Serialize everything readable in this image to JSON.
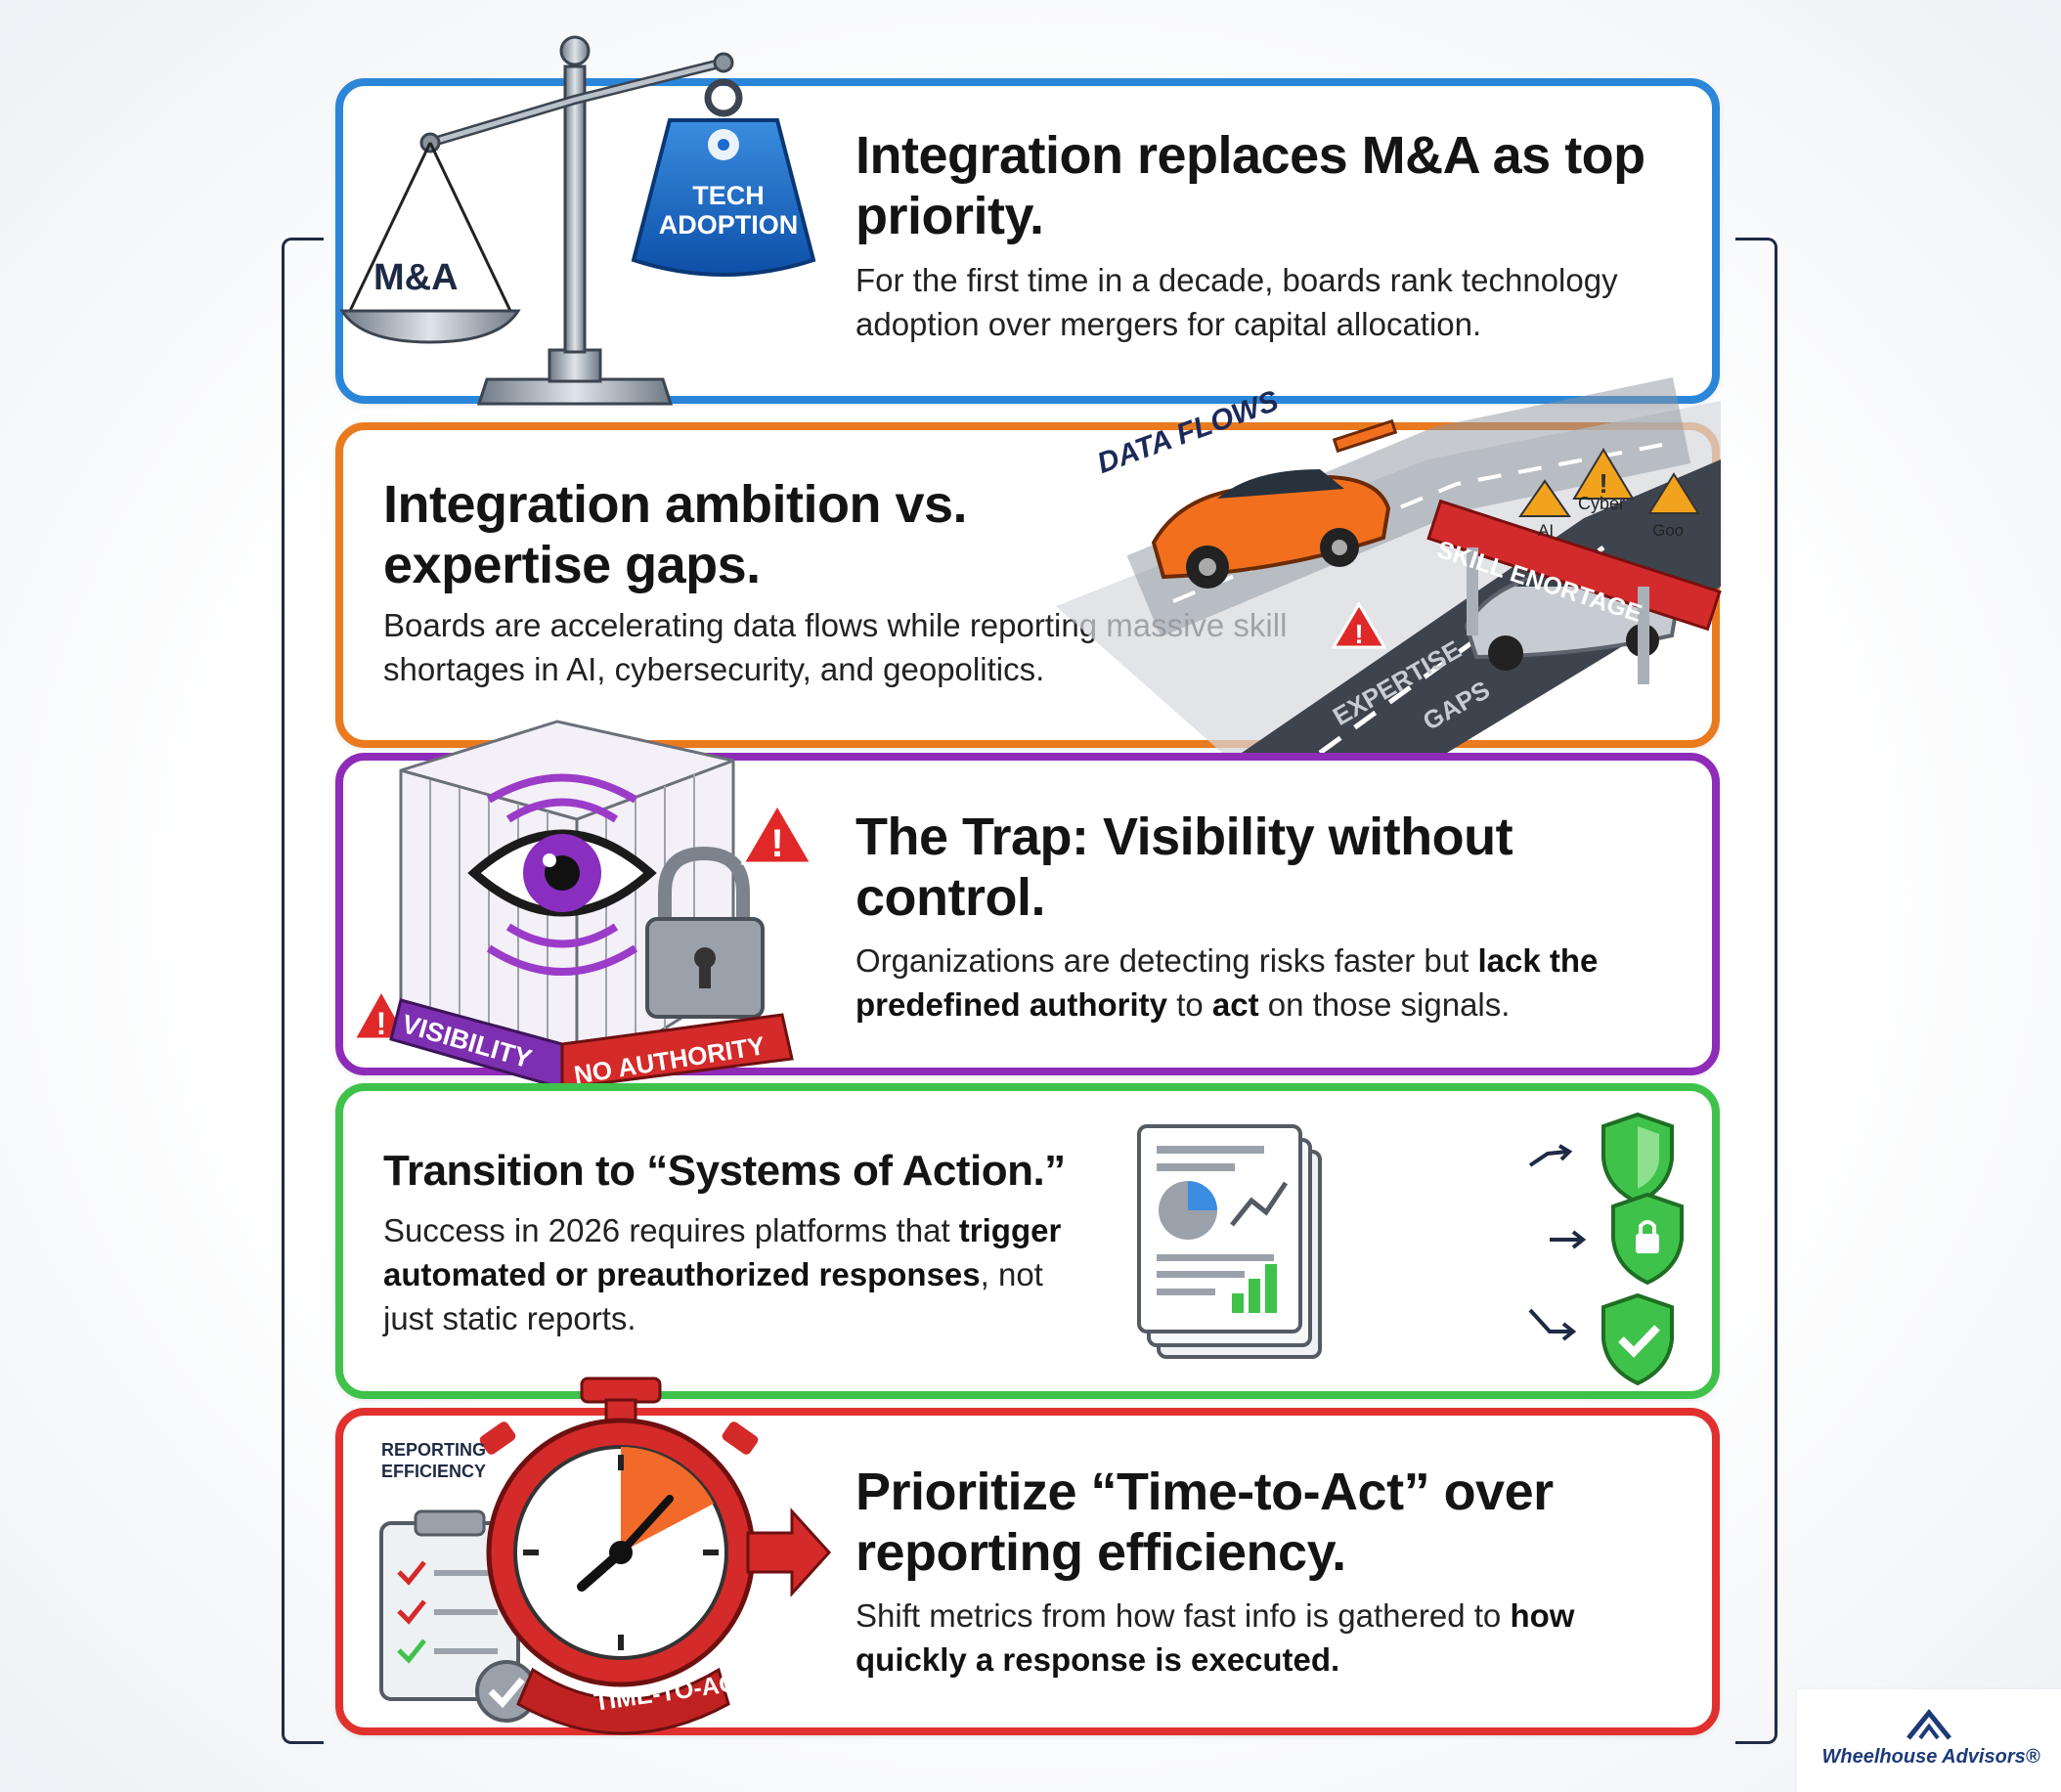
{
  "cards": [
    {
      "heading": "Integration replaces M&A as top priority.",
      "body": "For the first time in a decade, boards rank technology adoption over mergers for capital allocation.",
      "labels": {
        "left_pan": "M&A",
        "weight_line1": "TECH",
        "weight_line2": "ADOPTION"
      },
      "accent": "#2b86d9"
    },
    {
      "heading": "Integration ambition vs. expertise gaps.",
      "body": "Boards are accelerating data flows while reporting massive skill shortages in AI, cybersecurity, and geopolitics.",
      "labels": {
        "data_flows": "DATA FLOWS",
        "skill_shortage": "SKILL ENORTAGE",
        "expertise_gaps_line1": "EXPERTISE",
        "expertise_gaps_line2": "GAPS",
        "ai": "AI",
        "cyber": "Cyber",
        "geo": "Goo"
      },
      "accent": "#ea7a1e"
    },
    {
      "heading": "The Trap: Visibility without control.",
      "body_plain_1": "Organizations are detecting risks faster but ",
      "body_bold_1": "lack the predefined authority",
      "body_plain_2": " to ",
      "body_bold_2": "act",
      "body_plain_3": " on those signals.",
      "labels": {
        "visibility": "VISIBILITY",
        "no_authority": "NO AUTHORITY"
      },
      "accent": "#8e2bb8"
    },
    {
      "heading": "Transition to “Systems of Action.”",
      "body_plain_1": "Success in 2026 requires platforms that ",
      "body_bold_1": "trigger automated or preauthorized responses",
      "body_plain_2": ", not just static reports.",
      "accent": "#3fc24a"
    },
    {
      "heading": "Prioritize “Time-to-Act” over reporting efficiency.",
      "body_plain_1": "Shift metrics from how fast info is gathered to ",
      "body_bold_1": "how quickly a response is executed.",
      "labels": {
        "reporting_line1": "REPORTING",
        "reporting_line2": "EFFICIENCY",
        "time_to_act": "TIME-TO-ACT"
      },
      "accent": "#e0312f"
    }
  ],
  "logo": {
    "text": "Wheelhouse Advisors®"
  }
}
